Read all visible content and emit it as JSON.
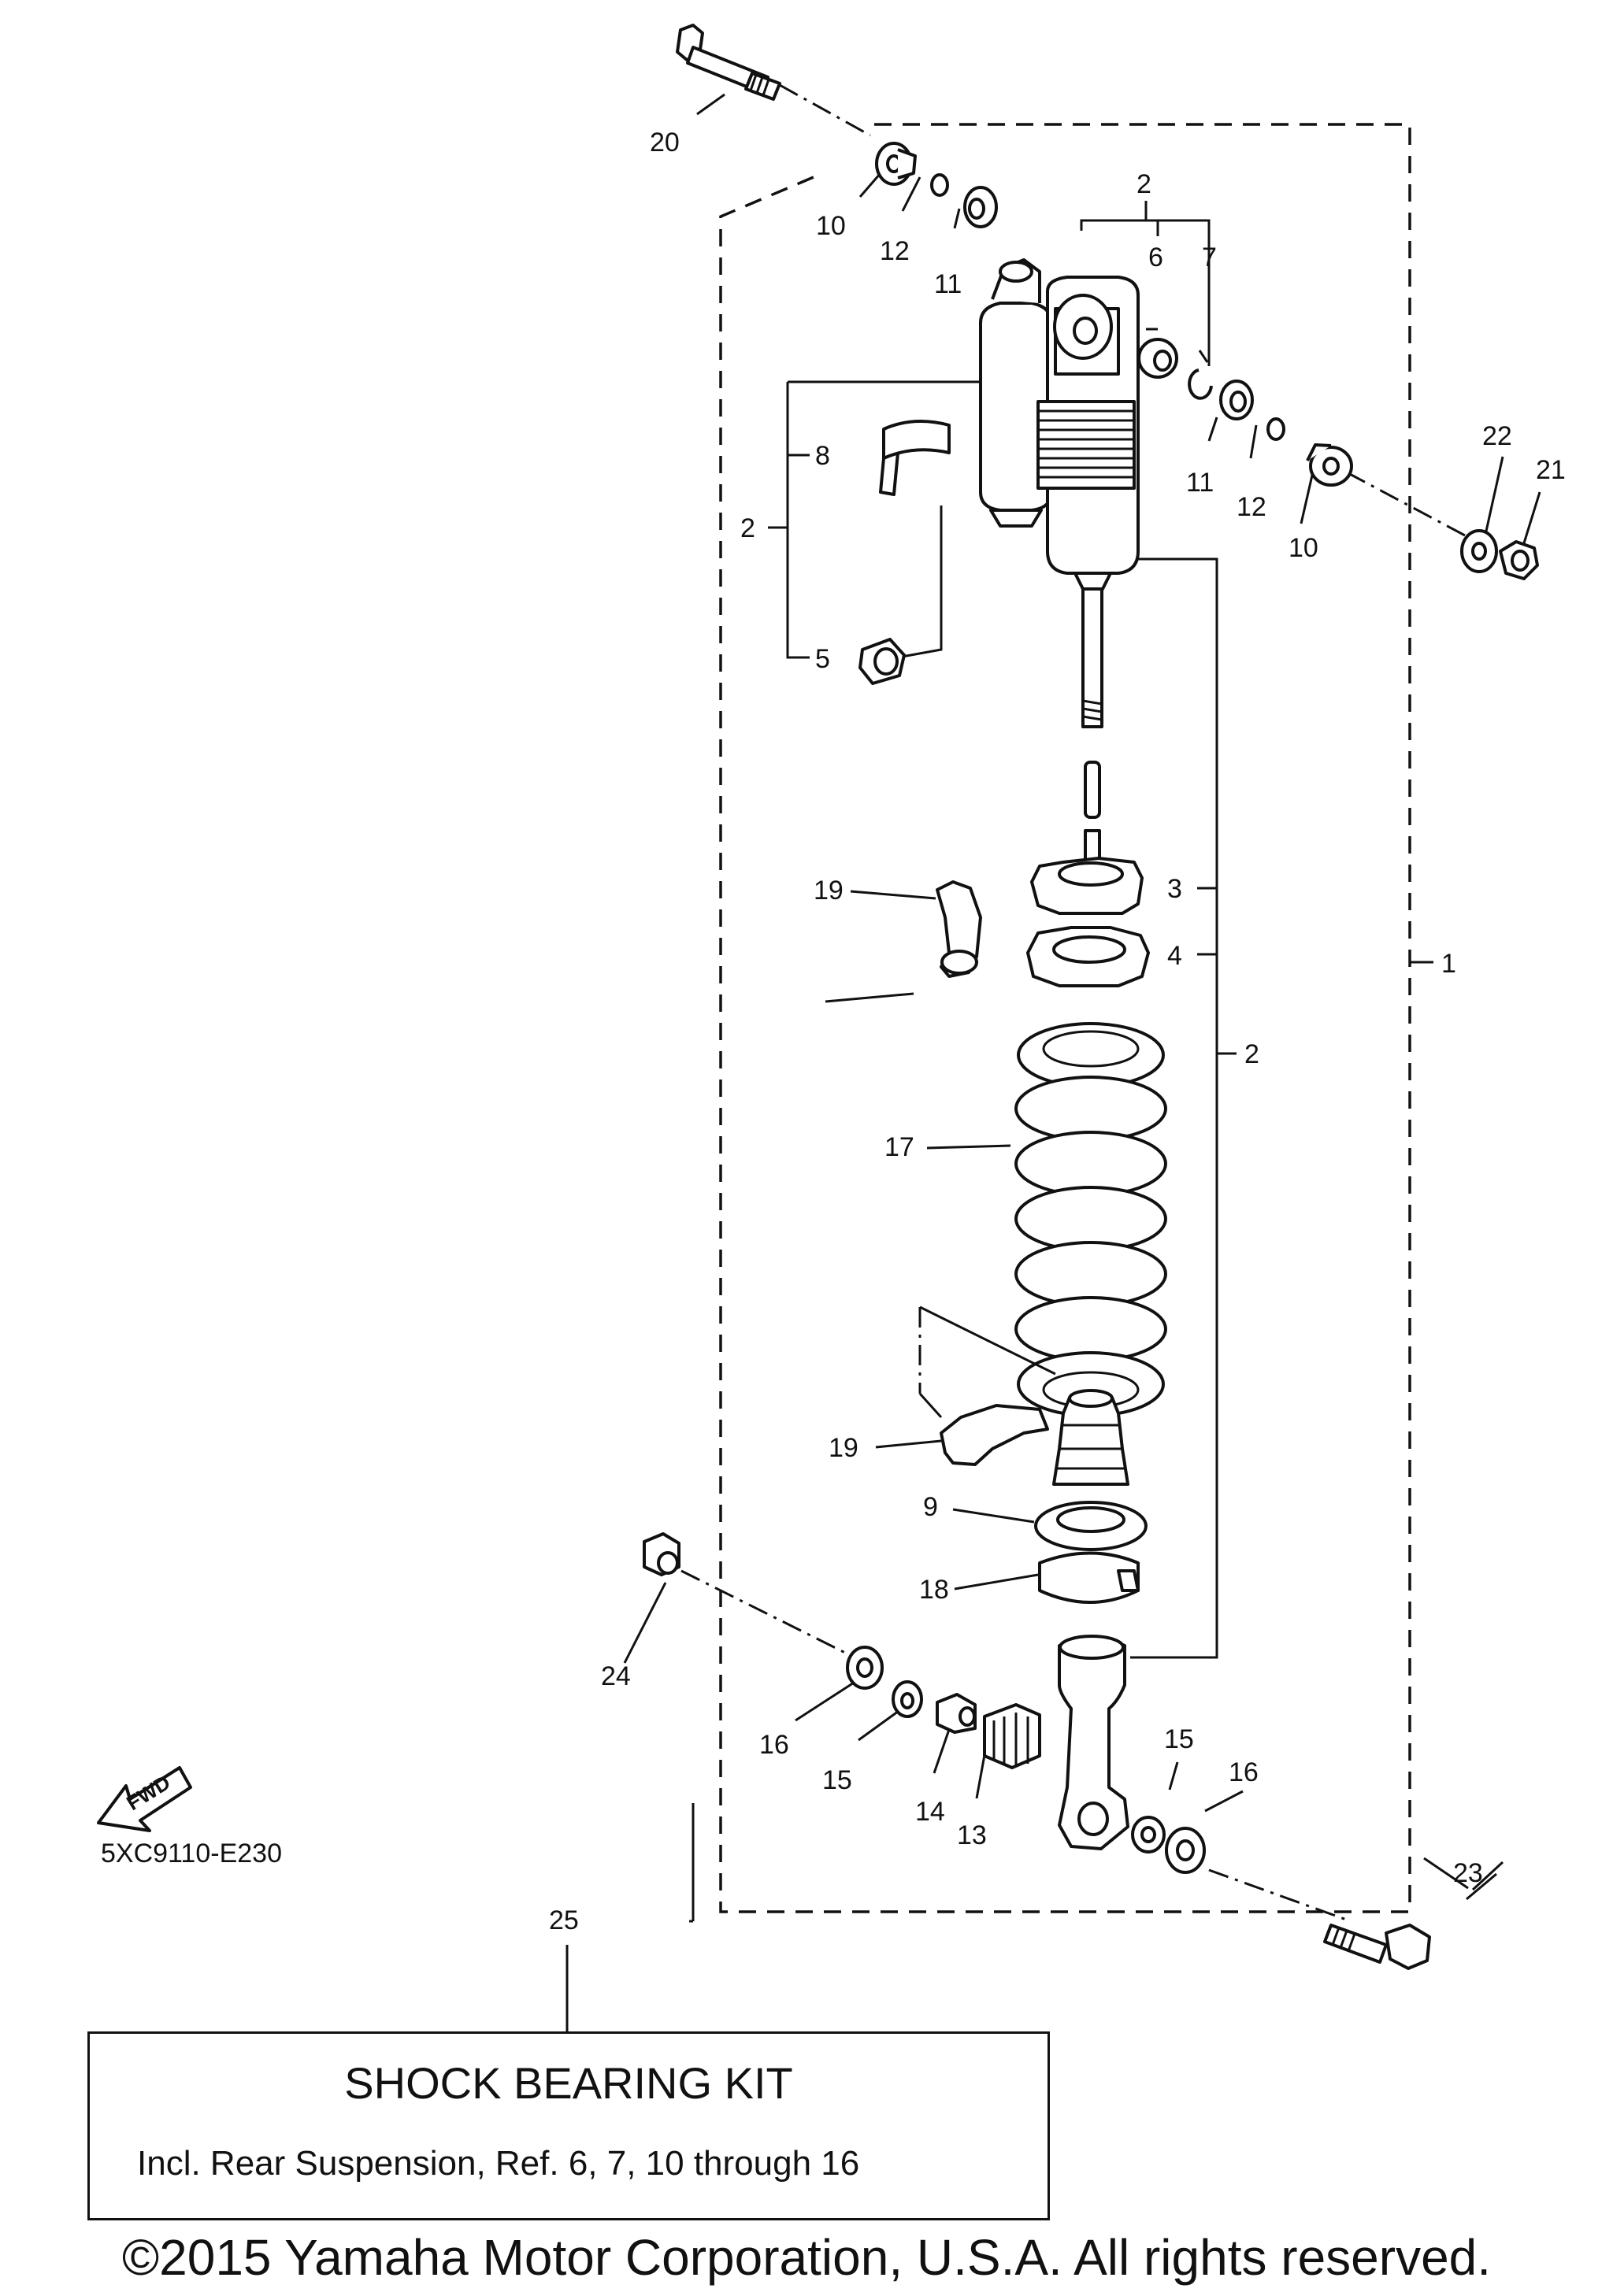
{
  "diagram_code": "5XC9110-E230",
  "fwd_label": "FWD",
  "callouts": {
    "c1": "1",
    "c2a": "2",
    "c2b": "2",
    "c2c": "2",
    "c3": "3",
    "c4": "4",
    "c5": "5",
    "c6": "6",
    "c7": "7",
    "c8": "8",
    "c9": "9",
    "c10a": "10",
    "c10b": "10",
    "c11a": "11",
    "c11b": "11",
    "c12a": "12",
    "c12b": "12",
    "c13": "13",
    "c14": "14",
    "c15a": "15",
    "c15b": "15",
    "c16a": "16",
    "c16b": "16",
    "c17": "17",
    "c18": "18",
    "c19a": "19",
    "c19b": "19",
    "c20": "20",
    "c21": "21",
    "c22": "22",
    "c23": "23",
    "c24": "24",
    "c25": "25"
  },
  "kit": {
    "title": "SHOCK BEARING KIT",
    "description": "Incl. Rear Suspension, Ref. 6, 7, 10 through 16"
  },
  "copyright": "©2015 Yamaha Motor Corporation, U.S.A. All rights reserved."
}
